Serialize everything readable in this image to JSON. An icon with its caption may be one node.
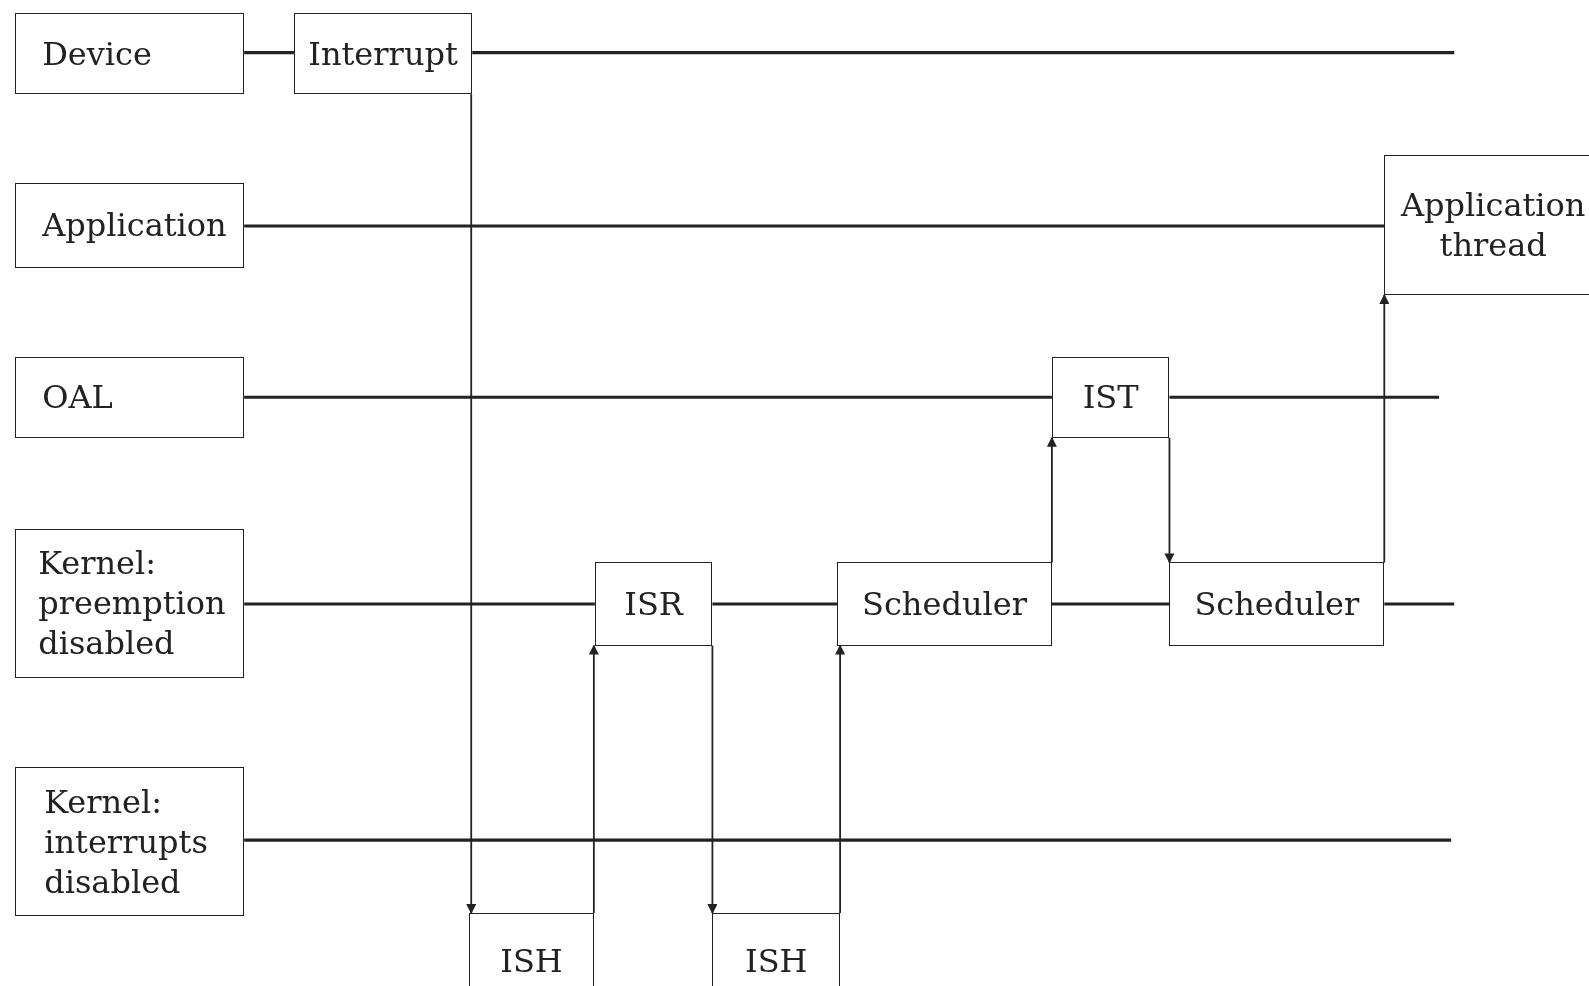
{
  "diagram": {
    "nodes": [
      {
        "text": [
          "Device"
        ]
      },
      {
        "text": [
          "Application"
        ]
      },
      {
        "text": [
          "OAL"
        ]
      },
      {
        "text": [
          "Kernel: preemption disabled"
        ]
      },
      {
        "text": [
          "Kernel: interrupts disabled"
        ]
      },
      {
        "text": [
          "Interrupt"
        ]
      },
      {
        "text": [
          "ISH"
        ]
      },
      {
        "text": [
          "ISR"
        ]
      },
      {
        "text": [
          "ISH"
        ]
      },
      {
        "text": [
          "Scheduler"
        ]
      },
      {
        "text": [
          "IST"
        ]
      },
      {
        "text": [
          "Scheduler"
        ]
      },
      {
        "text": [
          "Application thread"
        ]
      }
    ],
    "edges": [
      {
        "from": 0,
        "to": 5,
        "arrow": "none"
      },
      {
        "from": 5,
        "to": null,
        "arrow": "none"
      },
      {
        "from": 1,
        "to": 12,
        "arrow": "none"
      },
      {
        "from": 2,
        "to": 10,
        "arrow": "none"
      },
      {
        "from": 10,
        "to": null,
        "arrow": "none"
      },
      {
        "from": 3,
        "to": 7,
        "arrow": "none"
      },
      {
        "from": 7,
        "to": 9,
        "arrow": "none"
      },
      {
        "from": 9,
        "to": 11,
        "arrow": "none"
      },
      {
        "from": 11,
        "to": null,
        "arrow": "none"
      },
      {
        "from": 4,
        "to": null,
        "arrow": "none"
      },
      {
        "from": 5,
        "to": 6,
        "arrow": "to"
      },
      {
        "from": 6,
        "to": 7,
        "arrow": "to"
      },
      {
        "from": 7,
        "to": 8,
        "arrow": "to"
      },
      {
        "from": 8,
        "to": 9,
        "arrow": "to"
      },
      {
        "from": 9,
        "to": 10,
        "arrow": "to"
      },
      {
        "from": 10,
        "to": 11,
        "arrow": "to"
      },
      {
        "from": 11,
        "to": 12,
        "arrow": "to"
      }
    ]
  }
}
